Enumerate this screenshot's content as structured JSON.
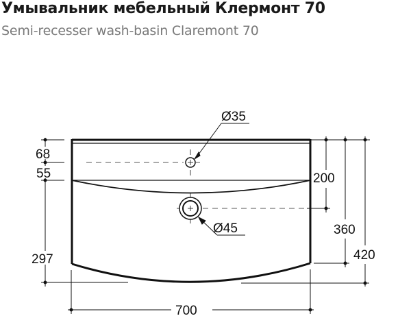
{
  "header": {
    "title": "Умывальник мебельный Клермонт 70",
    "subtitle": "Semi-recesser wash-basin Claremont 70"
  },
  "drawing": {
    "faucet_hole_label": "Ø35",
    "drain_hole_label": "Ø45",
    "dimensions": {
      "left": {
        "top_to_faucet": "68",
        "faucet_to_bowl_edge": "55",
        "bowl_edge_to_front_corner": "297"
      },
      "right": {
        "top_to_drain": "200",
        "top_to_front_corner": "360",
        "total_depth": "420"
      },
      "bottom": {
        "width": "700"
      }
    },
    "colors": {
      "line": "#111111",
      "title": "#1a1a1a",
      "subtitle": "#7a7a7a"
    }
  }
}
